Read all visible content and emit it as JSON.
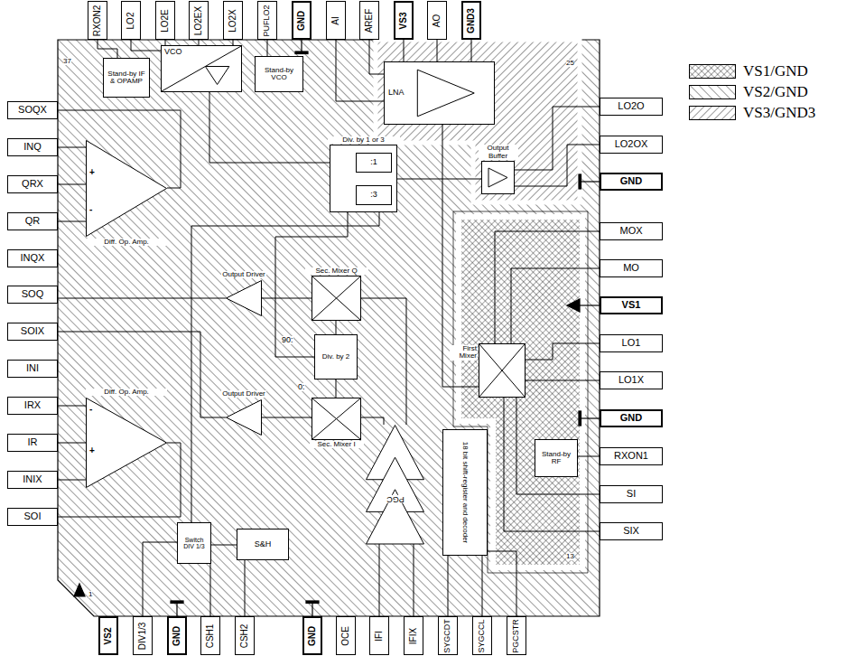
{
  "diagram": {
    "nodes": [
      {
        "text": [
          "RXON2"
        ]
      },
      {
        "text": [
          "LO2"
        ]
      },
      {
        "text": [
          "LO2E"
        ]
      },
      {
        "text": [
          "LO2EX"
        ]
      },
      {
        "text": [
          "LO2X"
        ]
      },
      {
        "text": [
          "PUFLO2"
        ]
      },
      {
        "text": [
          "GND"
        ]
      },
      {
        "text": [
          "AI"
        ]
      },
      {
        "text": [
          "AREF"
        ]
      },
      {
        "text": [
          "VS3"
        ]
      },
      {
        "text": [
          "AO"
        ]
      },
      {
        "text": [
          "GND3"
        ]
      },
      {
        "text": [
          "SOQX"
        ]
      },
      {
        "text": [
          "INQ"
        ]
      },
      {
        "text": [
          "QRX"
        ]
      },
      {
        "text": [
          "QR"
        ]
      },
      {
        "text": [
          "INQX"
        ]
      },
      {
        "text": [
          "SOQ"
        ]
      },
      {
        "text": [
          "SOIX"
        ]
      },
      {
        "text": [
          "INI"
        ]
      },
      {
        "text": [
          "IRX"
        ]
      },
      {
        "text": [
          "IR"
        ]
      },
      {
        "text": [
          "INIX"
        ]
      },
      {
        "text": [
          "SOI"
        ]
      },
      {
        "text": [
          "Stand-by IF & OPAMP"
        ]
      },
      {
        "text": [
          "VCO"
        ]
      },
      {
        "text": [
          "Stand-by VCO"
        ]
      },
      {
        "text": [
          "LNA"
        ]
      },
      {
        "text": [
          "Div. by 1 or 3"
        ]
      },
      {
        "text": [
          ":1"
        ],
        "in": 28
      },
      {
        "text": [
          ":3"
        ],
        "in": 28
      },
      {
        "text": [
          "Output Buffer"
        ]
      },
      {
        "text": [
          "Diff. Op. Amp."
        ]
      },
      {
        "text": [
          "Output Driver"
        ]
      },
      {
        "text": [
          "Sec. Mixer Q"
        ]
      },
      {
        "text": [
          "Div. by 2"
        ]
      },
      {
        "text": [
          "First Mixer"
        ]
      },
      {
        "text": [
          "Diff. Op. Amp."
        ]
      },
      {
        "text": [
          "Output Driver"
        ]
      },
      {
        "text": [
          "Sec. Mixer I"
        ]
      },
      {
        "text": [
          "PGC"
        ]
      },
      {
        "text": [
          "18 bit shift-register and decoder"
        ]
      },
      {
        "text": [
          "Stand-by RF"
        ]
      },
      {
        "text": [
          "Switch DIV 1/3"
        ]
      },
      {
        "text": [
          "S&H"
        ]
      },
      {
        "text": [
          "LO2O"
        ]
      },
      {
        "text": [
          "LO2OX"
        ]
      },
      {
        "text": [
          "GND"
        ]
      },
      {
        "text": [
          "MOX"
        ]
      },
      {
        "text": [
          "MO"
        ]
      },
      {
        "text": [
          "VS1"
        ]
      },
      {
        "text": [
          "LO1"
        ]
      },
      {
        "text": [
          "LO1X"
        ]
      },
      {
        "text": [
          "GND"
        ]
      },
      {
        "text": [
          "RXON1"
        ]
      },
      {
        "text": [
          "SI"
        ]
      },
      {
        "text": [
          "SIX"
        ]
      },
      {
        "text": [
          "VS2"
        ]
      },
      {
        "text": [
          "DIV1/3"
        ]
      },
      {
        "text": [
          "GND"
        ]
      },
      {
        "text": [
          "CSH1"
        ]
      },
      {
        "text": [
          "CSH2"
        ]
      },
      {
        "text": [
          "GND"
        ]
      },
      {
        "text": [
          "OCE"
        ]
      },
      {
        "text": [
          "IFI"
        ]
      },
      {
        "text": [
          "IFIX"
        ]
      },
      {
        "text": [
          "SYGCDT"
        ]
      },
      {
        "text": [
          "SYGCCL"
        ]
      },
      {
        "text": [
          "PGCSTR"
        ]
      }
    ],
    "edges": [
      {
        "from": 0,
        "to": 24,
        "arrow": "none"
      },
      {
        "from": 1,
        "to": 25,
        "arrow": "none"
      },
      {
        "from": 2,
        "to": 25,
        "arrow": "none"
      },
      {
        "from": 3,
        "to": 25,
        "arrow": "none"
      },
      {
        "from": 4,
        "to": 25,
        "arrow": "none"
      },
      {
        "from": 5,
        "to": 26,
        "arrow": "none"
      },
      {
        "from": 7,
        "to": 27,
        "arrow": "none"
      },
      {
        "from": 8,
        "to": 27,
        "arrow": "none"
      },
      {
        "from": 9,
        "to": 27,
        "arrow": "none"
      },
      {
        "from": 10,
        "to": 27,
        "arrow": "none"
      },
      {
        "from": 11,
        "to": 27,
        "arrow": "none"
      },
      {
        "from": 27,
        "to": 36,
        "arrow": "none"
      },
      {
        "from": 36,
        "to": 48,
        "arrow": "none"
      },
      {
        "from": 36,
        "to": 49,
        "arrow": "none"
      },
      {
        "from": 51,
        "to": 36,
        "arrow": "none"
      },
      {
        "from": 52,
        "to": 36,
        "arrow": "none"
      },
      {
        "from": 54,
        "to": 42,
        "arrow": "none"
      },
      {
        "from": 55,
        "to": 36,
        "arrow": "none"
      },
      {
        "from": 56,
        "to": 36,
        "arrow": "none"
      },
      {
        "from": 31,
        "to": 45,
        "arrow": "none"
      },
      {
        "from": 31,
        "to": 46,
        "arrow": "none"
      },
      {
        "from": 28,
        "to": 31,
        "arrow": "none"
      },
      {
        "from": 25,
        "to": 28,
        "arrow": "none"
      },
      {
        "from": 28,
        "to": 35,
        "arrow": "none"
      },
      {
        "from": 35,
        "to": 34,
        "arrow": "none"
      },
      {
        "from": 35,
        "to": 39,
        "arrow": "none"
      },
      {
        "from": 34,
        "to": 33,
        "arrow": "none"
      },
      {
        "from": 33,
        "to": 17,
        "arrow": "none"
      },
      {
        "from": 39,
        "to": 38,
        "arrow": "none"
      },
      {
        "from": 38,
        "to": 18,
        "arrow": "none"
      },
      {
        "from": 32,
        "to": 12,
        "arrow": "none"
      },
      {
        "from": 13,
        "to": 32,
        "arrow": "none"
      },
      {
        "from": 14,
        "to": 32,
        "arrow": "none"
      },
      {
        "from": 15,
        "to": 32,
        "arrow": "none"
      },
      {
        "from": 20,
        "to": 37,
        "arrow": "none"
      },
      {
        "from": 21,
        "to": 37,
        "arrow": "none"
      },
      {
        "from": 22,
        "to": 37,
        "arrow": "none"
      },
      {
        "from": 37,
        "to": 23,
        "arrow": "none"
      },
      {
        "from": 40,
        "to": 64,
        "arrow": "none"
      },
      {
        "from": 40,
        "to": 65,
        "arrow": "none"
      },
      {
        "from": 40,
        "to": 34,
        "arrow": "none"
      },
      {
        "from": 40,
        "to": 39,
        "arrow": "none"
      },
      {
        "from": 41,
        "to": 66,
        "arrow": "none"
      },
      {
        "from": 41,
        "to": 67,
        "arrow": "none"
      },
      {
        "from": 41,
        "to": 68,
        "arrow": "none"
      },
      {
        "from": 58,
        "to": 43,
        "arrow": "none"
      },
      {
        "from": 43,
        "to": 28,
        "arrow": "none"
      },
      {
        "from": 60,
        "to": 44,
        "arrow": "none"
      },
      {
        "from": 61,
        "to": 44,
        "arrow": "none"
      }
    ],
    "labels": [
      "37",
      "25",
      "13",
      "1",
      "90:",
      "0:",
      "+",
      "-",
      "-",
      "+"
    ],
    "legend": [
      {
        "text": "VS1/GND"
      },
      {
        "text": "VS2/GND"
      },
      {
        "text": "VS3/GND3"
      }
    ]
  }
}
